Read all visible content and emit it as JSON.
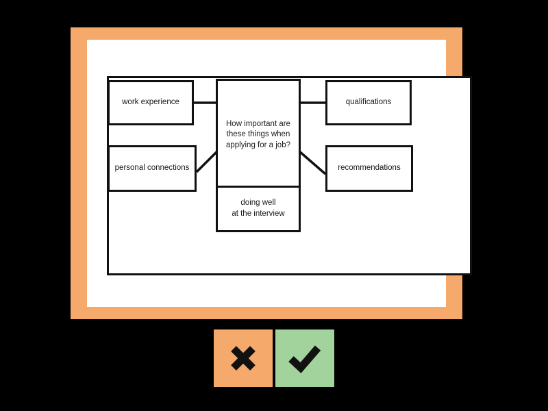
{
  "slide": {
    "frame_color": "#F5A96B",
    "body_color": "#FFFFFF",
    "border_color": "#111111"
  },
  "diagram": {
    "type": "mind-map",
    "center": {
      "id": "center",
      "label": "How important are\nthese things when\napplying for a job?"
    },
    "nodes": [
      {
        "id": "work-experience",
        "label": "work experience",
        "position": "left-top",
        "connector": "straight-horizontal"
      },
      {
        "id": "personal-connections",
        "label": "personal connections",
        "position": "left-bottom",
        "connector": "diagonal"
      },
      {
        "id": "qualifications",
        "label": "qualifications",
        "position": "right-top",
        "connector": "straight-horizontal"
      },
      {
        "id": "recommendations",
        "label": "recommendations",
        "position": "right-bottom",
        "connector": "diagonal"
      },
      {
        "id": "doing-well",
        "label": "doing well\nat the interview",
        "position": "bottom",
        "connector": "straight-vertical"
      }
    ]
  },
  "answer_bar": {
    "reject": {
      "icon": "cross-icon",
      "label": "",
      "color": "#F5A96B"
    },
    "accept": {
      "icon": "check-icon",
      "label": "",
      "color": "#A3D39C"
    }
  }
}
